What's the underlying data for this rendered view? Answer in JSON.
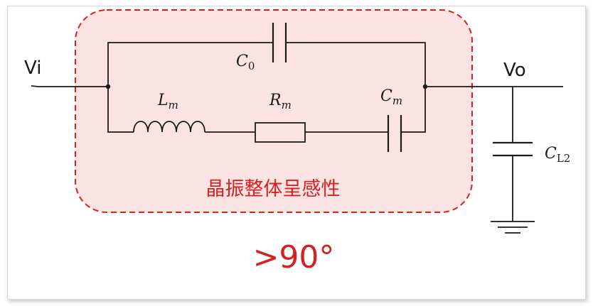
{
  "labels": {
    "input": "Vi",
    "output": "Vo",
    "c0": {
      "base": "C",
      "sub": "0"
    },
    "lm": {
      "base": "L",
      "sub": "m"
    },
    "rm": {
      "base": "R",
      "sub": "m"
    },
    "cm": {
      "base": "C",
      "sub": "m"
    },
    "cl2": {
      "base": "C",
      "sub": "L2"
    }
  },
  "annotation": {
    "region_text": "晶振整体呈感性",
    "phase_text": ">90°"
  },
  "colors": {
    "region_fill": "#fbe3e3",
    "region_border": "#d42222",
    "annotation_text": "#d42222",
    "wire": "#1a1a1a"
  }
}
